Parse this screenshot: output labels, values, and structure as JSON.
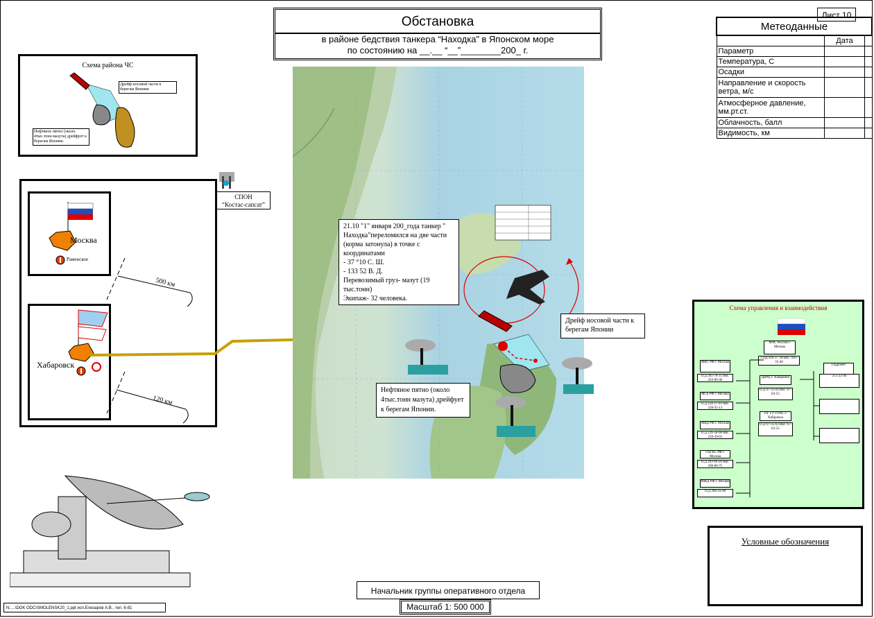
{
  "title": {
    "main": "Обстановка",
    "line1": "в районе бедствия танкера “Находка” в Японском море",
    "line2": "по состоянию на __.__ “__”________200_ г."
  },
  "sheet_label": "Лист 10",
  "meteo": {
    "header": "Метеоданные",
    "date_label": "Дата",
    "param_label": "Параметр",
    "rows": [
      "Температура, С",
      "Осадки",
      "Направление и скорость ветра, м/с",
      "Атмосферное давление, мм.рт.ст.",
      "Облачность, балл",
      "Видимость, км"
    ]
  },
  "scheme": {
    "title": "Схема района ЧС",
    "note_drift": "Дрейф носовой части к берегам Японии",
    "note_oil": "Нефтяное пятно (около 4тыс.тонн мазута) дрейфует к берегам Японии."
  },
  "cities": {
    "moscow": "Москва",
    "ramenskoe": "Раменское",
    "khabarovsk": "Хабаровск"
  },
  "distances": {
    "d1": "500 км",
    "d2": "120 км"
  },
  "spon": {
    "line1": "СПОН",
    "line2": "“Костас-сапсат”"
  },
  "info": {
    "text": "21.10 \"1\" января 200_года танкер \" Находка\"переломился на две части (корма затонула) в точке с координатами",
    "coord1": "- 37 °10 С. Ш.",
    "coord2": "- 133 52 В. Д.",
    "cargo": "Перевозимый груз- мазут (19 тыс.тонн)",
    "crew": "Экипаж- 32 человека."
  },
  "drift_bow": "Дрейф носовой части к берегам Японии",
  "oil_spot": "Нефтяное пятно (около 4тыс.тонн мазута) дрейфует к берегам Японии.",
  "control": {
    "title": "Схема управления и взаимодействия",
    "top": "МЧС России г. Москва",
    "top_sub": "СОД 926-37-38 Ввс. 926-35-46",
    "left": [
      "МВС РФ г. Москва",
      "ФСБ РФ г. Москва",
      "МВД РФ г. Москва",
      "ГШ ВС РФ г. Москва",
      "МЖД РФ г. Москва"
    ],
    "left_sub": [
      "О.Д 265-70-35 Ввс. 263-00-46",
      "О.Д 224-27-03 Ввс. 239-35-13",
      "О.Д 239-58-08 Ввс. 239-39-01",
      "О.Д 293-69-20 Ввс. 296-06-75",
      "О.Д 266-41-88"
    ],
    "mid": [
      "ДВРЦ г. Хабаровск",
      "ОГ ГУ ГОЧС г. Хабаровск"
    ],
    "mid_sub": [
      "О.Д 67-35-63 Ввс. 67-83-55",
      "О.Д 67-35-63 Ввс. 67-83-55"
    ],
    "right": "Гидромет",
    "right_sub": "255-22-46"
  },
  "legend": {
    "title": "Условные обозначения"
  },
  "chief": "Начальник группы оперативного отдела",
  "scale": "Масштаб 1: 500 000",
  "footer": "N:....\\DOK ODC\\SMOLENSK20_1.ppt исп.Елизаров А.В., тел. 6-81",
  "colors": {
    "map_sea": "#b4dbe8",
    "control_bg": "#ccffcc",
    "route": "#c8a000",
    "alarm": "#d00000"
  }
}
